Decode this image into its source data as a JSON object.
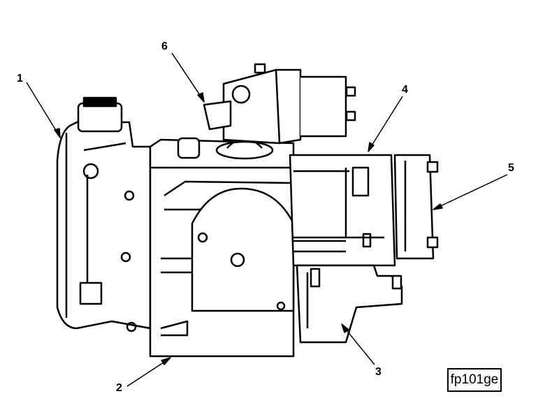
{
  "figure_id": "fp101ge",
  "callouts": [
    {
      "label": "1"
    },
    {
      "label": "2"
    },
    {
      "label": "3"
    },
    {
      "label": "4"
    },
    {
      "label": "5"
    },
    {
      "label": "6"
    }
  ]
}
